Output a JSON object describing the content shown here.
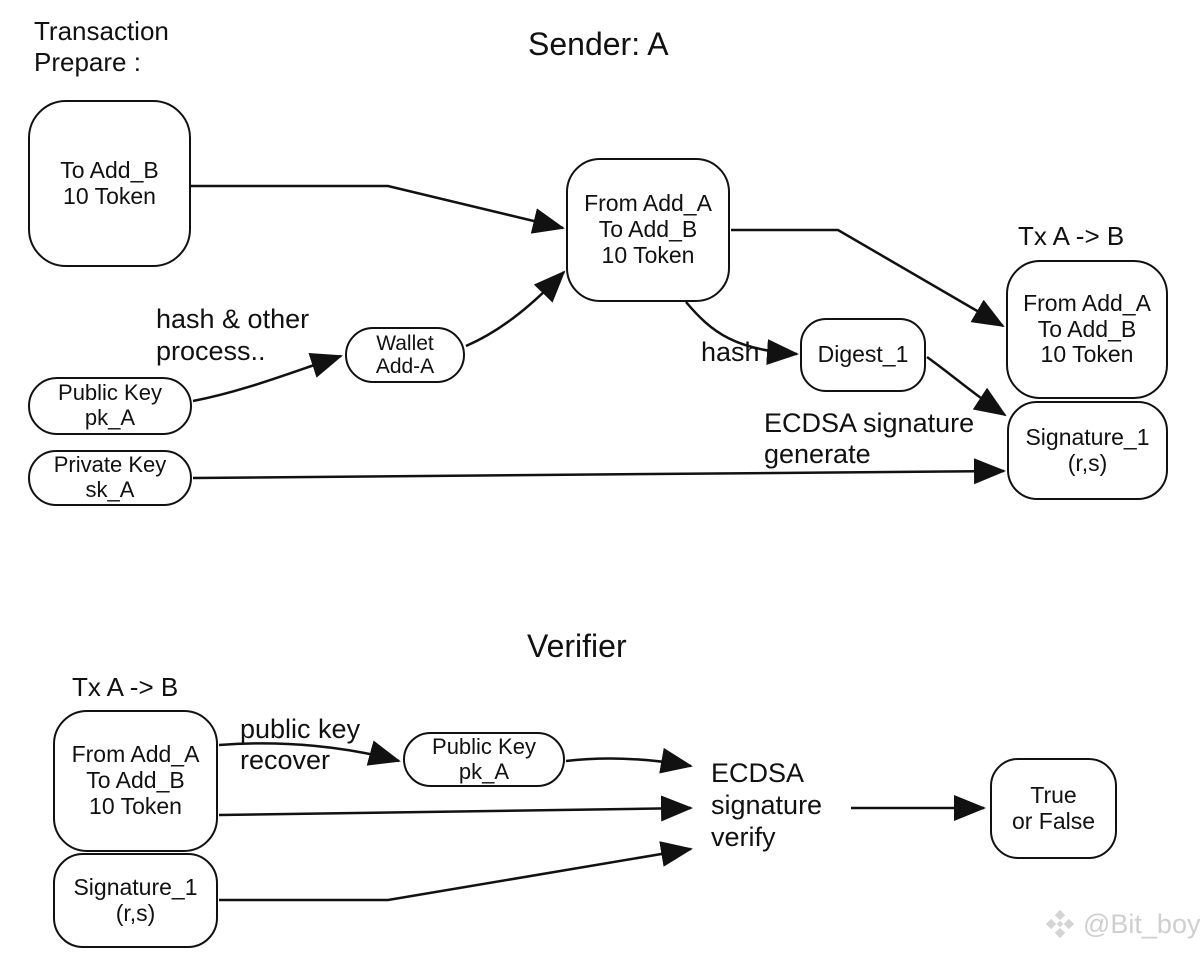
{
  "colors": {
    "ink": "#111111",
    "watermark": "#cfcfcf"
  },
  "sender": {
    "prepare_label": "Transaction\nPrepare :",
    "title": "Sender: A",
    "draft_tx": "To Add_B\n10 Token",
    "hash_process_label": "hash & other\nprocess..",
    "wallet": "Wallet\nAdd-A",
    "public_key": "Public Key\npk_A",
    "private_key": "Private Key\nsk_A",
    "unsigned_tx": "From Add_A\nTo Add_B\n10 Token",
    "hash_label": "hash",
    "digest": "Digest_1",
    "generate_label": "ECDSA signature\ngenerate",
    "tx_header": "Tx A -> B",
    "signed_tx": "From Add_A\nTo Add_B\n10 Token",
    "signature": "Signature_1\n(r,s)"
  },
  "verifier": {
    "title": "Verifier",
    "tx_header": "Tx A -> B",
    "tx": "From Add_A\nTo Add_B\n10 Token",
    "signature": "Signature_1\n(r,s)",
    "recover_label": "public key\nrecover",
    "public_key": "Public Key\npk_A",
    "verify_label": "ECDSA\nsignature\nverify",
    "result": "True\nor False"
  },
  "watermark": {
    "handle": "@Bit_boy"
  }
}
